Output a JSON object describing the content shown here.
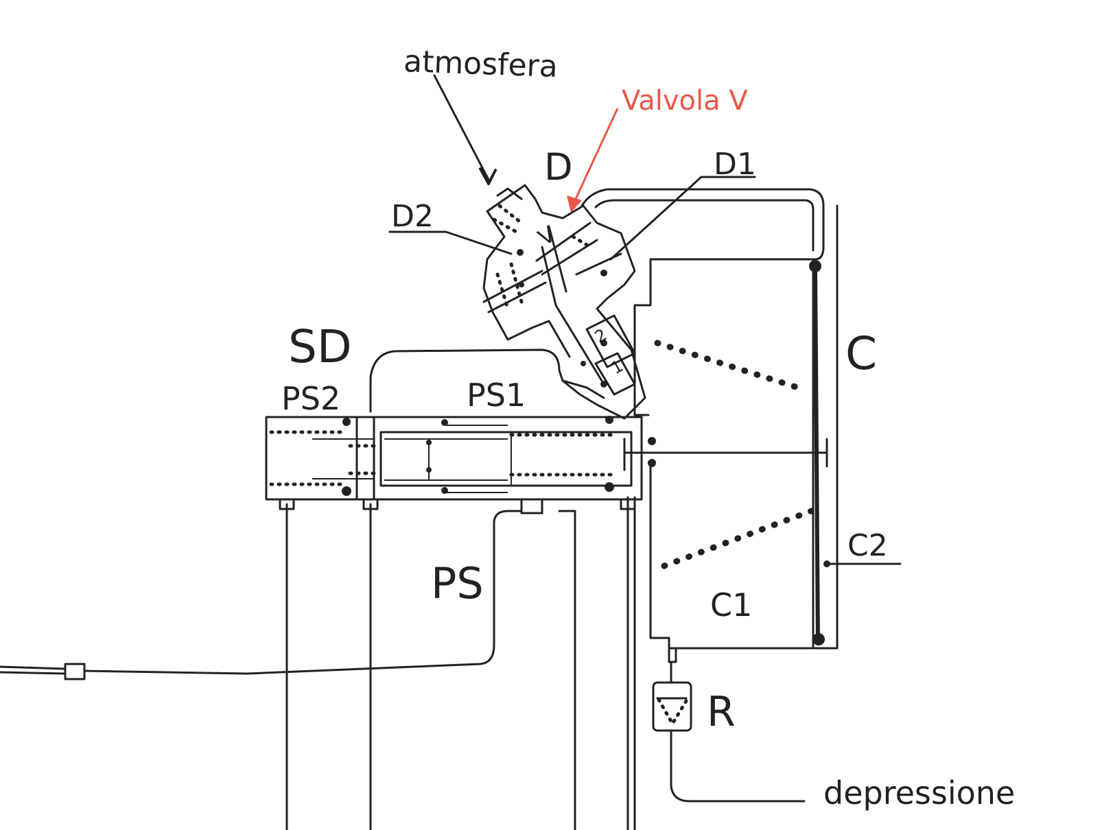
{
  "labels": {
    "atmosfera": "atmosfera",
    "valvola": "Valvola V",
    "d": "D",
    "d1": "D1",
    "d2": "D2",
    "v": "V",
    "sd": "SD",
    "ps2": "PS2",
    "ps1": "PS1",
    "ps": "PS",
    "c": "C",
    "c1": "C1",
    "c2": "C2",
    "r": "R",
    "depressione": "depressione",
    "n1": "1",
    "n2": "2"
  },
  "colors": {
    "ink": "#222222",
    "highlight": "#e8574a",
    "paper": "#ffffff"
  }
}
